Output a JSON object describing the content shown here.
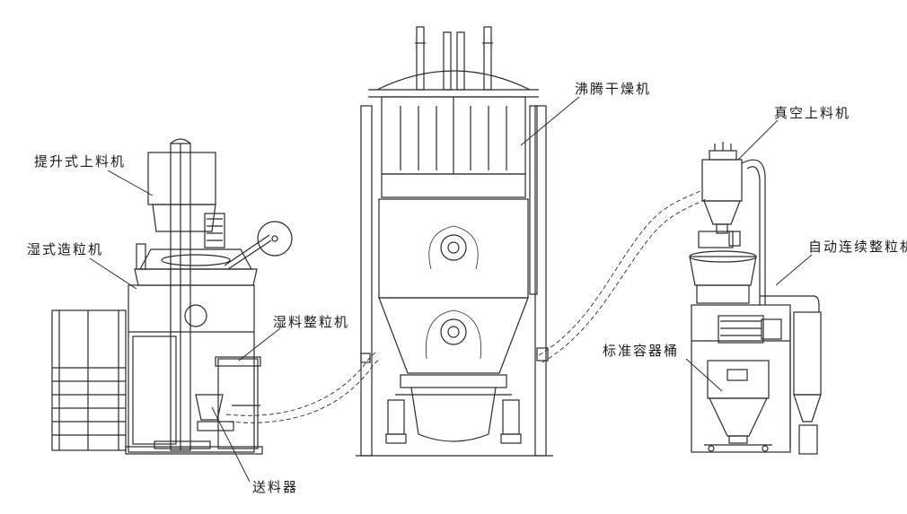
{
  "labels": {
    "hoist_loader": "提升式上料机",
    "wet_granulator": "湿式造粒机",
    "wet_mill": "湿料整粒机",
    "feeder": "送料器",
    "fluid_bed_dryer": "沸腾干燥机",
    "vacuum_loader": "真空上料机",
    "continuous_mill": "自动连续整粒机",
    "standard_bin": "标准容器桶"
  },
  "colors": {
    "line": "#2a2a2a",
    "background": "#ffffff"
  }
}
